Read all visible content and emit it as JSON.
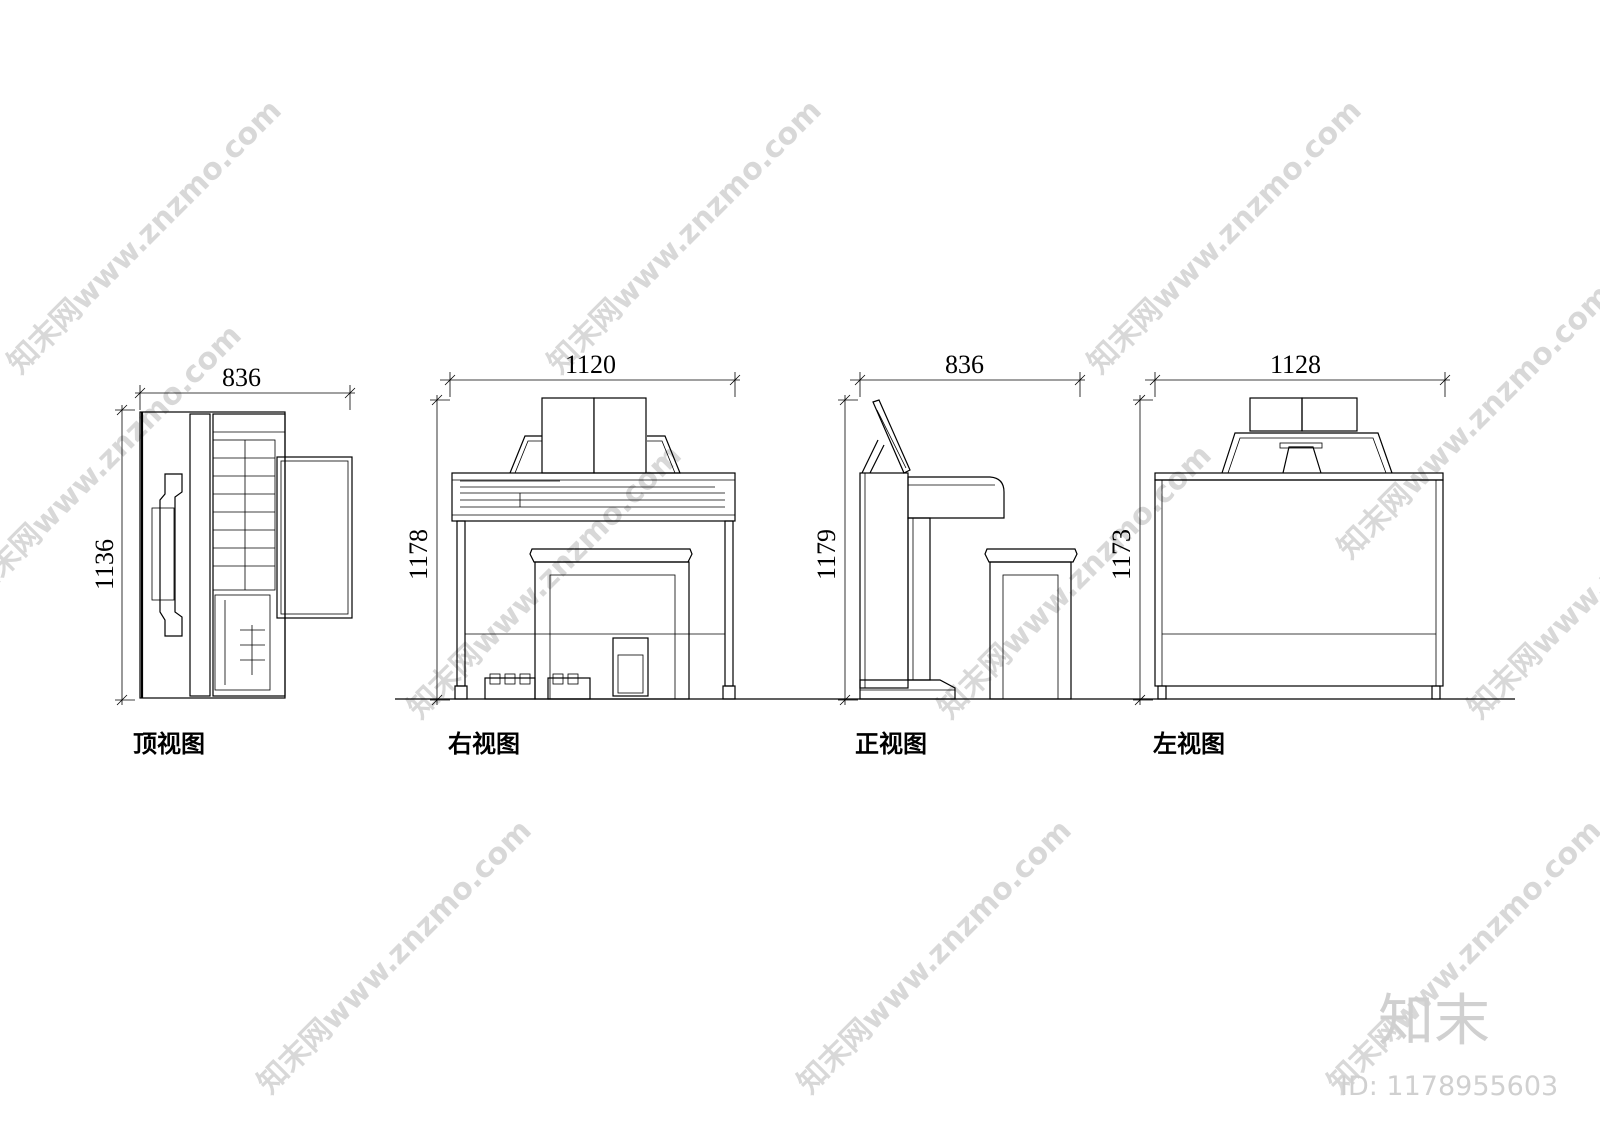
{
  "views": {
    "top": {
      "width_dim": "836",
      "height_dim": "1136",
      "caption": "顶视图"
    },
    "right": {
      "width_dim": "1120",
      "height_dim": "1178",
      "caption": "右视图"
    },
    "front": {
      "width_dim": "836",
      "height_dim": "1179",
      "caption": "正视图"
    },
    "left": {
      "width_dim": "1128",
      "height_dim": "1173",
      "caption": "左视图"
    }
  },
  "watermark": {
    "text": "知末网www.znzmo.com",
    "logo": "知末",
    "id_text": "ID: 1178955603"
  }
}
